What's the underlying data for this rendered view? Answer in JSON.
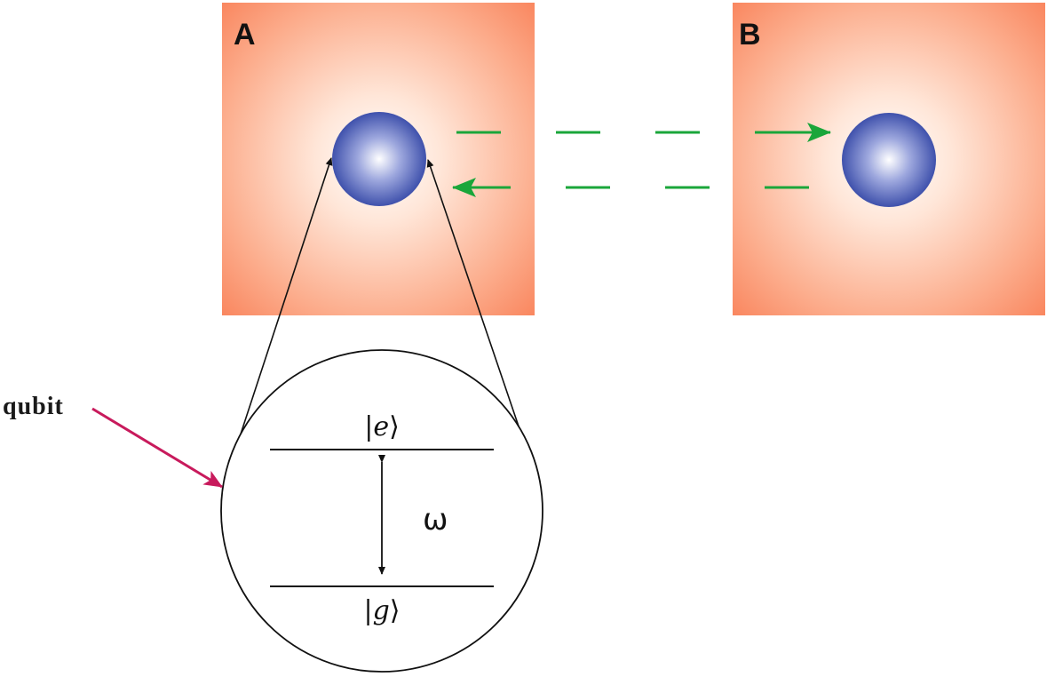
{
  "cavities": [
    {
      "label": "A"
    },
    {
      "label": "B"
    }
  ],
  "qubit_label": "qubit",
  "levels": {
    "excited": {
      "bar_left": "|",
      "letter": "e",
      "bar_right": "⟩"
    },
    "ground": {
      "bar_left": "|",
      "letter": "g",
      "bar_right": "⟩"
    },
    "transition": "ω"
  },
  "colors": {
    "cavity_edge": "#fa8860",
    "cavity_center": "#ffffff",
    "atom_edge": "#3d4fa8",
    "atom_center": "#ffffff",
    "photon_arrow": "#1aa63a",
    "qubit_pointer": "#c81a5c",
    "lines": "#111111"
  }
}
